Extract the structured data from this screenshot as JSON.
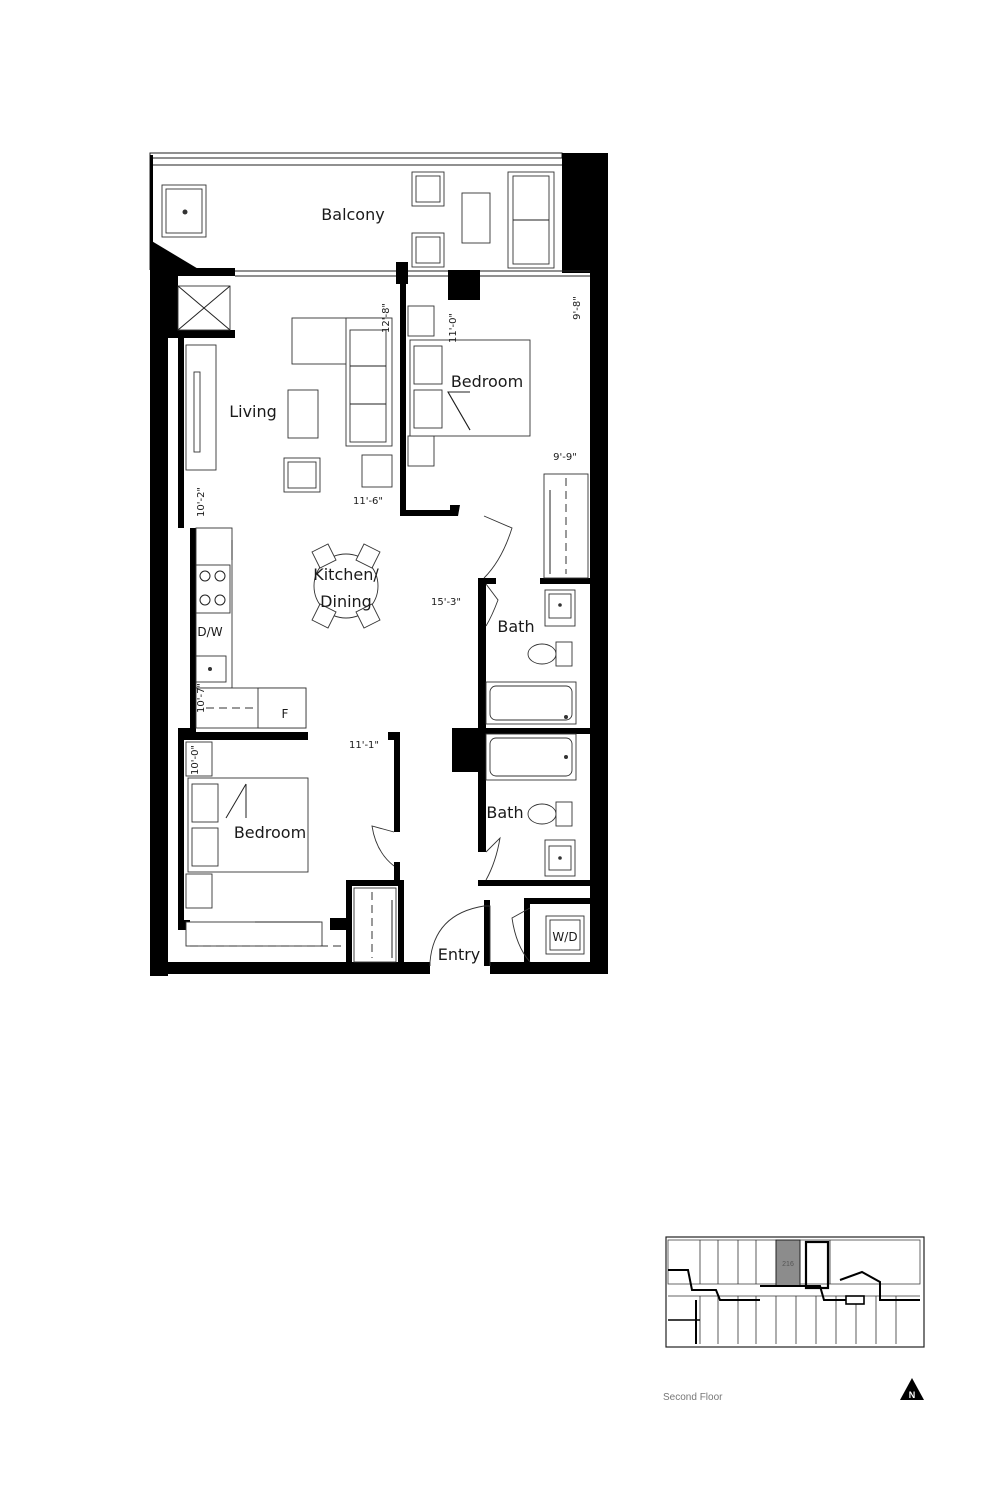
{
  "rooms": {
    "balcony": "Balcony",
    "living": "Living",
    "bedroom_main": "Bedroom",
    "kitchen_line1": "Kitchen/",
    "kitchen_line2": "Dining",
    "bath_upper": "Bath",
    "bath_lower": "Bath",
    "bedroom_second": "Bedroom",
    "entry": "Entry"
  },
  "appliances": {
    "dishwasher": "D/W",
    "fridge": "F",
    "washer_dryer": "W/D"
  },
  "dimensions": {
    "living_height": "12'-8\"",
    "living_width": "11'-6\"",
    "living_side": "10'-2\"",
    "bedroom_main_height": "11'-0\"",
    "bedroom_main_side": "9'-8\"",
    "bedroom_main_width": "9'-9\"",
    "kitchen_length": "15'-3\"",
    "kitchen_side": "10'-7\"",
    "bedroom_second_width": "11'-1\"",
    "bedroom_second_height": "10'-0\""
  },
  "key_plan": {
    "floor_label": "Second Floor",
    "unit_number": "216",
    "north_label": "N",
    "highlight_color": "#8c8c8c"
  }
}
